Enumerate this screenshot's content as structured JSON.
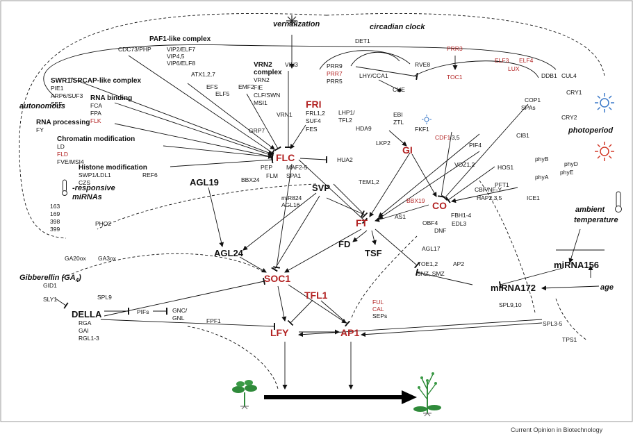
{
  "credit": "Current Opinion in Biotechnology",
  "headings": {
    "vernalization": "vernalization",
    "circadian_clock": "circadian clock",
    "paf1": "PAF1-like complex",
    "swr1": "SWR1/SRCAP-like complex",
    "rna_binding": "RNA binding",
    "autonomous": "autonomous",
    "rna_processing": "RNA processing",
    "chromatin": "Chromatin modification",
    "histone": "Histone modification",
    "responsive": "-responsive",
    "mirnas": "miRNAs",
    "vrn2_complex_1": "VRN2",
    "vrn2_complex_2": "complex",
    "photoperiod": "photoperiod",
    "ambient_1": "ambient",
    "ambient_2": "temperature",
    "gibberellin": "Gibberellin (GA",
    "gibberellin_sub": "4",
    "gibberellin_close": ")",
    "age": "age"
  },
  "hubs": {
    "flc": "FLC",
    "fri": "FRI",
    "gi": "GI",
    "ft": "FT",
    "co": "CO",
    "soc1": "SOC1",
    "tfl1": "TFL1",
    "lfy": "LFY",
    "ap1": "AP1",
    "svp": "SVP",
    "agl19": "AGL19",
    "agl24": "AGL24",
    "fd": "FD",
    "tsf": "TSF",
    "della": "DELLA",
    "mirna156": "miRNA156",
    "mirna172": "miRNA172"
  },
  "labels_black": {
    "cdc73": "CDC73/PHP",
    "vip2": "VIP2/ELF7",
    "vip45": "VIP4,5",
    "vip6": "VIP6/ELF8",
    "atx": "ATX1,2,7",
    "efs": "EFS",
    "elf5": "ELF5",
    "emf2": "EMF2",
    "vin3": "VIN3",
    "vrn2": "VRN2",
    "fie": "FIE",
    "clf": "CLF/SWN",
    "msi1": "MSI1",
    "vrn1": "VRN1",
    "pie1": "PIE1",
    "arp6": "ARP6/SUF3",
    "sef": "SEF",
    "fca": "FCA",
    "fpa": "FPA",
    "fy": "FY",
    "ld": "LD",
    "fve": "FVE/MSI4",
    "swp1": "SWP1/LDL1",
    "czs": "CZS",
    "ref6": "REF6",
    "m163": "163",
    "m169": "169",
    "m398": "398",
    "m399": "399",
    "pho2": "PHO2",
    "grp7": "GRP7",
    "frl": "FRL1,2",
    "suf4": "SUF4",
    "fes": "FES",
    "det1": "DET1",
    "prr9": "PRR9",
    "prr5": "PRR5",
    "lhy": "LHY/CCA1",
    "rve8": "RVE8",
    "che": "CHE",
    "ddb1": "DDB1",
    "cul4": "CUL4",
    "cop1": "COP1",
    "spas": "SPAs",
    "cry1": "CRY1",
    "cry2": "CRY2",
    "ebi": "EBI",
    "ztl": "ZTL",
    "fkf1": "FKF1",
    "lhp1": "LHP1/",
    "tfl2": "TFL2",
    "hda9": "HDA9",
    "lkp2": "LKP2",
    "cdf1_tail": "-3,5",
    "cib1": "CIB1",
    "pif4": "PIF4",
    "phyb": "phyB",
    "phyd": "phyD",
    "phye": "phyE",
    "phya": "phyA",
    "vo12": "VOZ1,2",
    "hos1": "HOS1",
    "pft1": "PFT1",
    "cbf": "CBF/NF-Y",
    "hap2": "HAP2,3,5",
    "ice1": "ICE1",
    "hua2": "HUA2",
    "pep": "PEP",
    "maf": "MAF2-5",
    "flm": "FLM",
    "spa1": "SPA1",
    "bbx24": "BBX24",
    "tem": "TEM1,2",
    "mir824": "miR824",
    "agl16": "AGL16",
    "as1": "AS1",
    "fbh": "FBH1-4",
    "edl3": "EDL3",
    "obf4": "OBF4",
    "dnf": "DNF",
    "agl17": "AGL17",
    "toe": "TOE1,2",
    "snz": "SNZ, SMZ",
    "ap2": "AP2",
    "ga20ox": "GA20ox",
    "ga3ox": "GA3ox",
    "gid1": "GID1",
    "sly1": "SLY1",
    "spl9": "SPL9",
    "rga": "RGA",
    "gai": "GAI",
    "rgl": "RGL1-3",
    "pifs": "PIFs",
    "gnc": "GNC/",
    "gnl": "GNL",
    "fpf1": "FPF1",
    "seps": "SEPs",
    "spl910": "SPL9,10",
    "spl35": "SPL3-5",
    "tps1": "TPS1"
  },
  "labels_red": {
    "flk": "FLK",
    "fld": "FLD",
    "prr3": "PRR3",
    "prr7": "PRR7",
    "toc1": "TOC1",
    "elf3": "ELF3",
    "elf4": "ELF4",
    "lux": "LUX",
    "cdf1": "CDF1",
    "bbx19": "BBX19",
    "ful": "FUL",
    "cal": "CAL"
  },
  "icons": [
    "snowflake-icon",
    "sun-blue-icon",
    "sun-red-icon",
    "small-sun-icon",
    "thermometer-icon",
    "thermometer-small-icon",
    "seedling-icon",
    "flowering-plant-icon"
  ],
  "colors": {
    "ink": "#111111",
    "red_gene": "#b22222",
    "sun_blue": "#3a78c8",
    "sun_red": "#d23a2a",
    "plant_green": "#2f8a3a"
  }
}
